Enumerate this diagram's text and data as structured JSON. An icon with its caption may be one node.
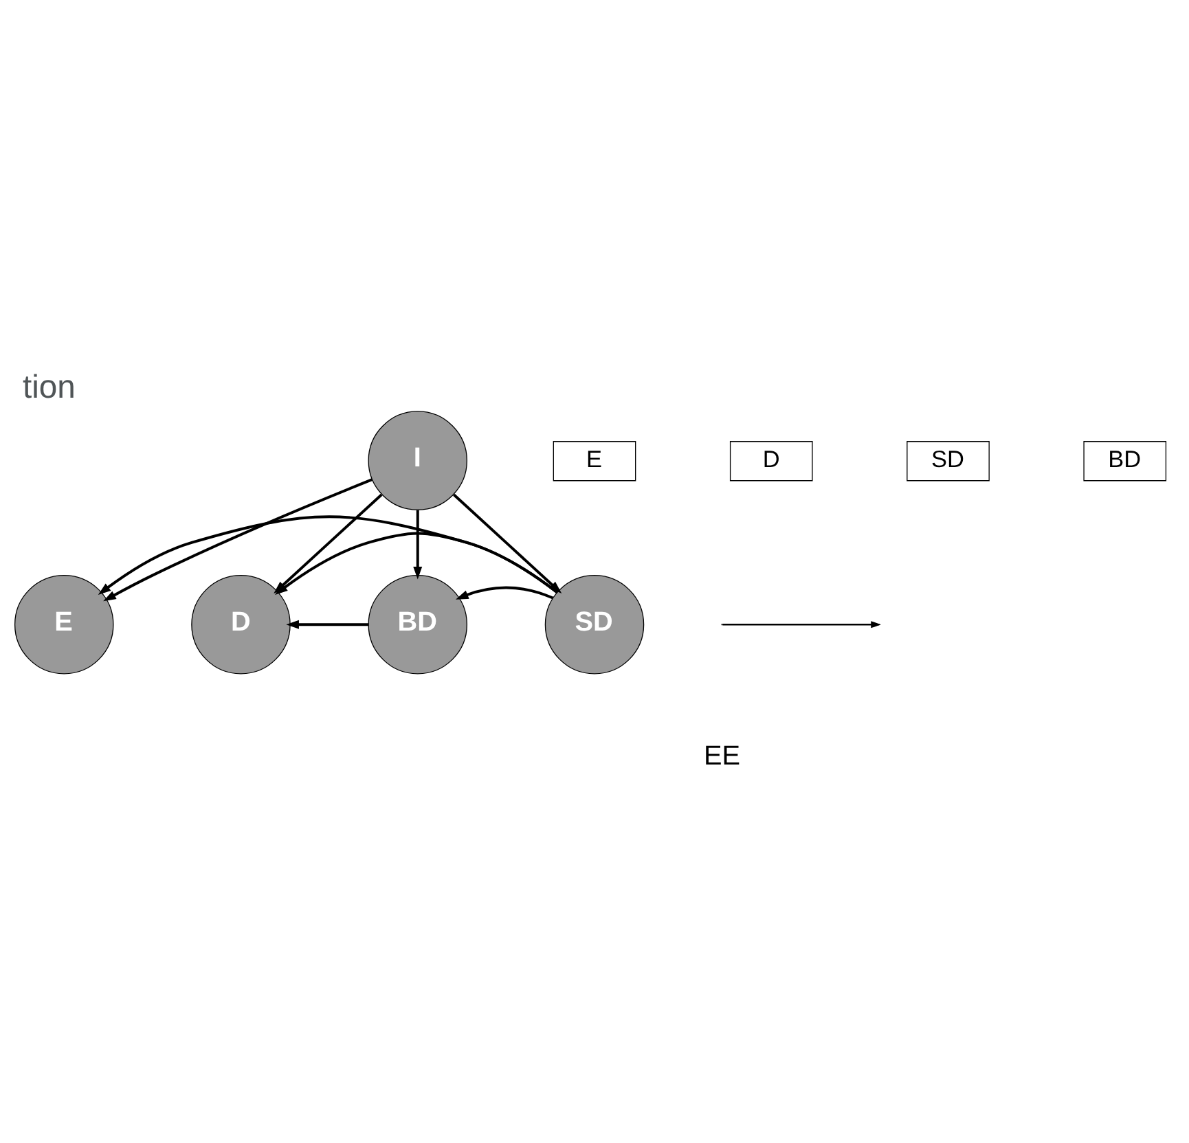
{
  "diagram": {
    "title": "tion",
    "nodes": [
      {
        "text": [
          "I"
        ]
      },
      {
        "text": [
          "E"
        ]
      },
      {
        "text": [
          "D"
        ]
      },
      {
        "text": [
          "BD"
        ]
      },
      {
        "text": [
          "SD"
        ]
      }
    ],
    "edges": [
      {
        "from": 0,
        "to": 1,
        "arrow": "to"
      },
      {
        "from": 0,
        "to": 2,
        "arrow": "to"
      },
      {
        "from": 0,
        "to": 3,
        "arrow": "to"
      },
      {
        "from": 0,
        "to": 4,
        "arrow": "to"
      },
      {
        "from": 4,
        "to": 1,
        "arrow": "to"
      },
      {
        "from": 3,
        "to": 2,
        "arrow": "to"
      },
      {
        "from": 4,
        "to": 3,
        "arrow": "to"
      },
      {
        "from": 4,
        "to": 2,
        "arrow": "to"
      }
    ],
    "labels": [
      "E",
      "D",
      "SD",
      "BD"
    ],
    "legend": [
      {
        "text": "EE"
      }
    ]
  }
}
